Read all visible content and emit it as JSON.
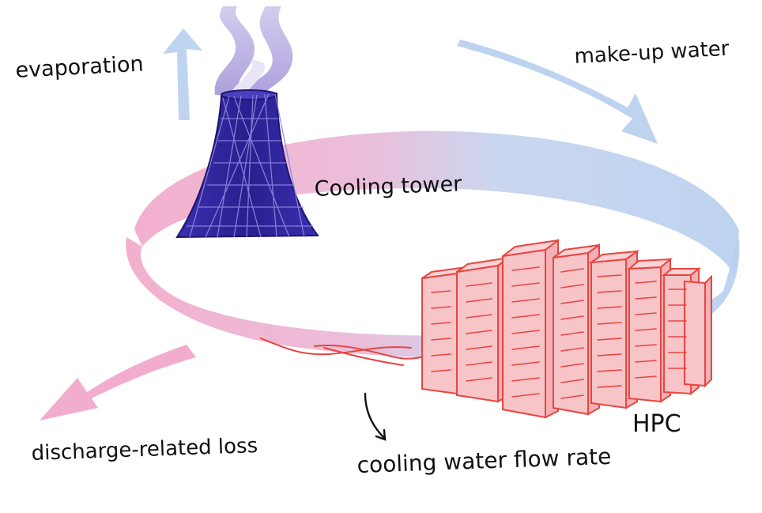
{
  "labels": {
    "evaporation": "evaporation",
    "make_up_water": "make-up water",
    "cooling_tower": "Cooling tower",
    "hpc": "HPC",
    "discharge_loss": "discharge-related loss",
    "flow_rate": "cooling water flow rate"
  },
  "colors": {
    "cool_water": "#b8cfee",
    "warm_water": "#f2a9c9",
    "tower": "#2a1f8f",
    "steam": "#b6a6dd",
    "server_fill": "#f7c4c8",
    "server_stroke": "#e8453f",
    "ink": "#111111"
  }
}
